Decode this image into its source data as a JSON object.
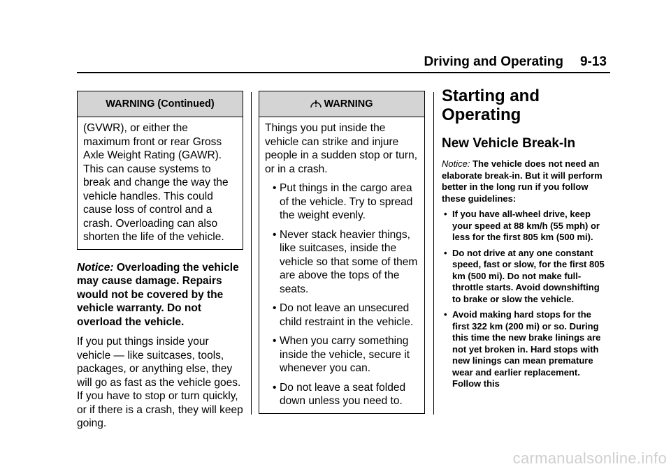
{
  "header": {
    "section_title": "Driving and Operating",
    "page_number": "9-13"
  },
  "column1": {
    "warning_box": {
      "title": "WARNING  (Continued)",
      "body": "(GVWR), or either the maximum front or rear Gross Axle Weight Rating (GAWR). This can cause systems to break and change the way the vehicle handles. This could cause loss of control and a crash. Overloading can also shorten the life of the vehicle."
    },
    "notice_label": "Notice:",
    "notice_text": "Overloading the vehicle may cause damage. Repairs would not be covered by the vehicle warranty. Do not overload the vehicle.",
    "paragraph": "If you put things inside your vehicle — like suitcases, tools, packages, or anything else, they will go as fast as the vehicle goes. If you have to stop or turn quickly, or if there is a crash, they will keep going."
  },
  "column2": {
    "warning_box": {
      "title": "WARNING",
      "intro": "Things you put inside the vehicle can strike and injure people in a sudden stop or turn, or in a crash.",
      "bullets": [
        "Put things in the cargo area of the vehicle. Try to spread the weight evenly.",
        "Never stack heavier things, like suitcases, inside the vehicle so that some of them are above the tops of the seats.",
        "Do not leave an unsecured child restraint in the vehicle.",
        "When you carry something inside the vehicle, secure it whenever you can.",
        "Do not leave a seat folded down unless you need to."
      ]
    }
  },
  "column3": {
    "heading": "Starting and Operating",
    "subheading": "New Vehicle Break-In",
    "notice_label": "Notice:",
    "notice_text": "The vehicle does not need an elaborate break-in. But it will perform better in the long run if you follow these guidelines:",
    "bullets": [
      "If you have all-wheel drive, keep your speed at 88 km/h (55 mph) or less for the first 805 km (500 mi).",
      "Do not drive at any one constant speed, fast or slow, for the first 805 km (500 mi). Do not make full-throttle starts. Avoid downshifting to brake or slow the vehicle.",
      "Avoid making hard stops for the first 322 km (200 mi) or so. During this time the new brake linings are not yet broken in. Hard stops with new linings can mean premature wear and earlier replacement. Follow this"
    ]
  },
  "watermark": "carmanualsonline.info",
  "colors": {
    "text": "#000000",
    "box_header": "#d4d4d4",
    "watermark": "#cfcfcf"
  },
  "icons": {
    "warning": "warning-symbol-icon",
    "bullet": "bullet-dot-icon"
  }
}
